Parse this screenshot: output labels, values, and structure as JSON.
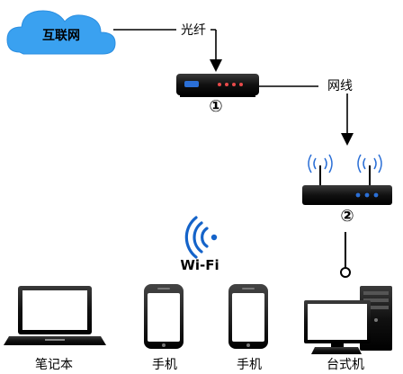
{
  "nodes": {
    "internet": {
      "label": "互联网"
    },
    "modem": {
      "marker": "①"
    },
    "router": {
      "marker": "②"
    },
    "wifi": {
      "label": "Wi-Fi"
    },
    "laptop": {
      "label": "笔记本"
    },
    "phone_1": {
      "label": "手机"
    },
    "phone_2": {
      "label": "手机"
    },
    "desktop": {
      "label": "台式机"
    }
  },
  "edges": {
    "fiber": {
      "label": "光纤"
    },
    "cable": {
      "label": "网线"
    }
  },
  "colors": {
    "cloud": "#3aa1f0",
    "wifi_blue": "#1463c9",
    "modem_led": "#e84a4a",
    "modem_accent": "#2b6fd6",
    "router_led": "#2b6fd6"
  }
}
